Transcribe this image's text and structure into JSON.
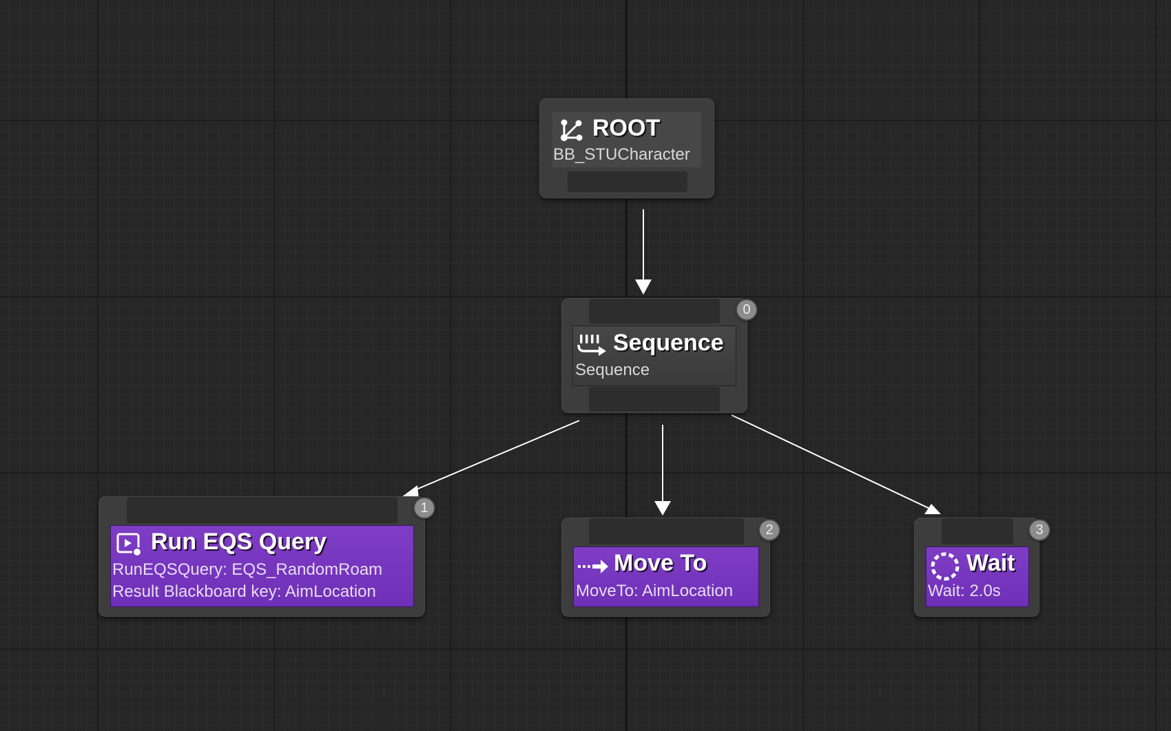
{
  "graph": {
    "root": {
      "title": "ROOT",
      "subtitle": "BB_STUCharacter",
      "icon": "root-tree-icon"
    },
    "sequence": {
      "title": "Sequence",
      "subtitle": "Sequence",
      "index": "0",
      "icon": "sequence-icon"
    },
    "run_eqs": {
      "title": "Run EQS Query",
      "line1": "RunEQSQuery: EQS_RandomRoam",
      "line2": "Result Blackboard key: AimLocation",
      "index": "1",
      "icon": "eqs-query-icon"
    },
    "move_to": {
      "title": "Move To",
      "subtitle": "MoveTo: AimLocation",
      "index": "2",
      "icon": "move-to-icon"
    },
    "wait": {
      "title": "Wait",
      "subtitle": "Wait: 2.0s",
      "index": "3",
      "icon": "wait-icon"
    }
  },
  "colors": {
    "background": "#262626",
    "task_node": "#7434bb",
    "composite_node": "#404040",
    "wire": "#ffffff"
  }
}
